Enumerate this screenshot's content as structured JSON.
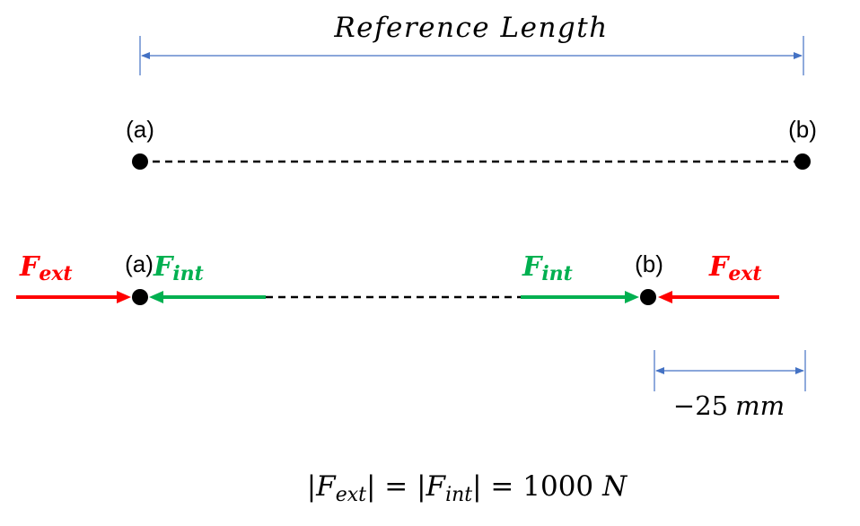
{
  "reference_dimension": {
    "label": "Reference Length",
    "line_color": "#4472C4"
  },
  "top_row": {
    "point_a_label": "(a)",
    "point_b_label": "(b)"
  },
  "bottom_row": {
    "point_a_label": "(a)",
    "point_b_label": "(b)",
    "external_force_left": {
      "symbol": "F",
      "subscript": "ext",
      "color": "#FF0000"
    },
    "internal_force_left": {
      "symbol": "F",
      "subscript": "int",
      "color": "#00B050"
    },
    "internal_force_right": {
      "symbol": "F",
      "subscript": "int",
      "color": "#00B050"
    },
    "external_force_right": {
      "symbol": "F",
      "subscript": "ext",
      "color": "#FF0000"
    }
  },
  "displacement_dimension": {
    "value": "−25",
    "unit": "mm",
    "line_color": "#4472C4"
  },
  "equation": {
    "lhs_symbol": "F",
    "lhs_subscript": "ext",
    "rhs_symbol": "F",
    "rhs_subscript": "int",
    "value": "1000",
    "unit": "N"
  }
}
